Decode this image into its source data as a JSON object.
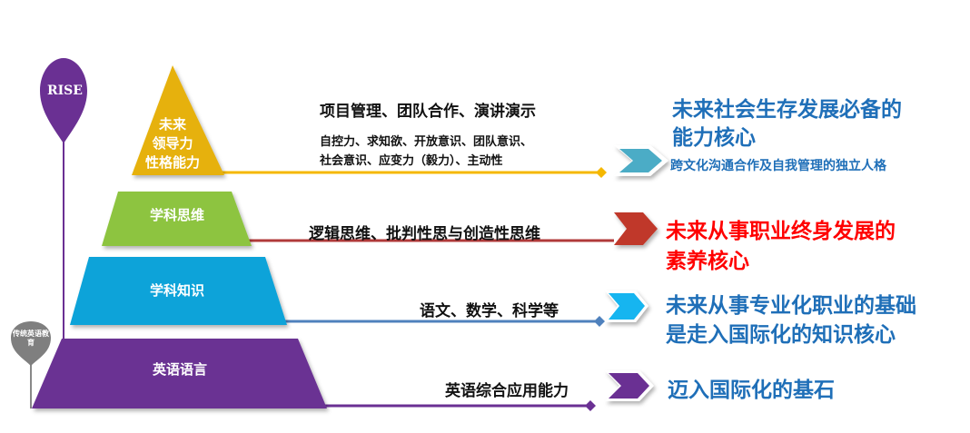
{
  "pins": {
    "rise": "RISE",
    "traditional": "传统英语教育"
  },
  "levels": [
    {
      "label_lines": [
        "未来",
        "领导力",
        "性格能力"
      ],
      "color": "#E6B10A"
    },
    {
      "label": "学科思维",
      "color": "#8DC43F"
    },
    {
      "label": "学科知识",
      "color": "#0BA3D9"
    },
    {
      "label": "英语语言",
      "color": "#6A3093"
    }
  ],
  "details": {
    "leadership_title": "项目管理、团队合作、演讲演示",
    "leadership_line1": "自控力、求知欲、开放意识、团队意识、",
    "leadership_line2": "社会意识、应变力（毅力）、主动性",
    "thinking": "逻辑思维、批判性思与创造性思维",
    "knowledge": "语文、数学、科学等",
    "language": "英语综合应用能力"
  },
  "outcomes": {
    "leadership_line1": "未来社会生存发展必备的",
    "leadership_line2": "能力核心",
    "leadership_sub": "跨文化沟通合作及自我管理的独立人格",
    "thinking_line1": "未来从事职业终身发展的",
    "thinking_line2": "素养核心",
    "knowledge_line1": "未来从事专业化职业的基础",
    "knowledge_line2": "是走入国际化的知识核心",
    "language": "迈入国际化的基石"
  },
  "colors": {
    "blue_text": "#1F6FB8",
    "red_text": "#FF0000"
  }
}
